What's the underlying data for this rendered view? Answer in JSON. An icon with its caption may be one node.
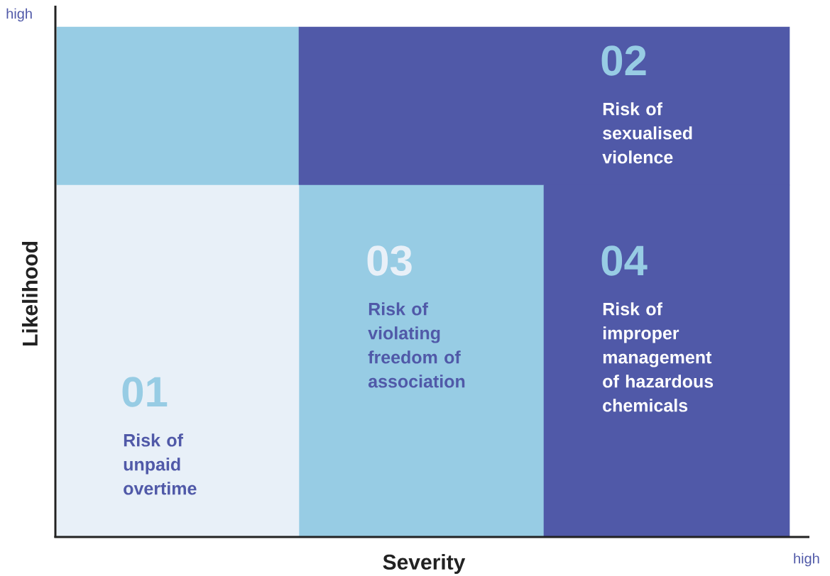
{
  "diagram": {
    "nodes": [
      {
        "text": [],
        "shape": "box"
      },
      {
        "text": [
          "02",
          "Risk of sexualised violence"
        ]
      },
      {
        "text": [
          "03",
          "Risk of violating freedom of association"
        ]
      },
      {
        "text": [
          "04",
          "Risk of improper management of hazardous chemicals"
        ]
      },
      {
        "text": [
          "01",
          "Risk of unpaid overtime"
        ]
      }
    ],
    "labels": [
      "high",
      "Likelihood",
      "high",
      "Severity"
    ]
  }
}
